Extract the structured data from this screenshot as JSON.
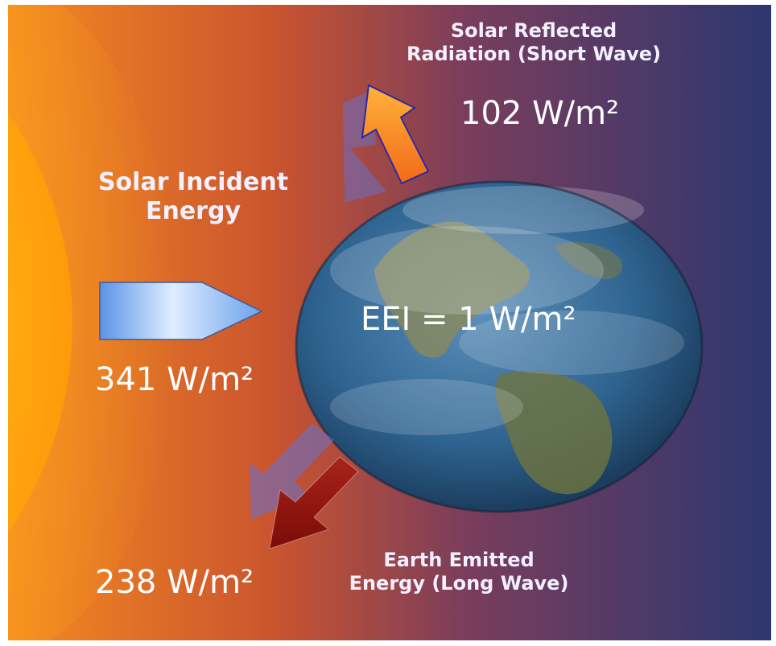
{
  "incident": {
    "title_line1": "Solar Incident",
    "title_line2": "Energy",
    "value": "341 W/m²"
  },
  "reflected": {
    "title_line1": "Solar Reflected",
    "title_line2": "Radiation (Short Wave)",
    "value": "102 W/m²"
  },
  "emitted": {
    "title_line1": "Earth Emitted",
    "title_line2": "Energy (Long Wave)",
    "value": "238 W/m²"
  },
  "earth": {
    "label": "EEI = 1 W/m²"
  },
  "colors": {
    "sun": "#ffb400",
    "background_left": "#ef7a1a",
    "background_right": "#2f3873",
    "incident_arrow": "#6ea3ec",
    "reflected_arrow": "#f57a1c",
    "emitted_arrow": "#a61c12",
    "shadow_arrow": "#5a63b8"
  }
}
